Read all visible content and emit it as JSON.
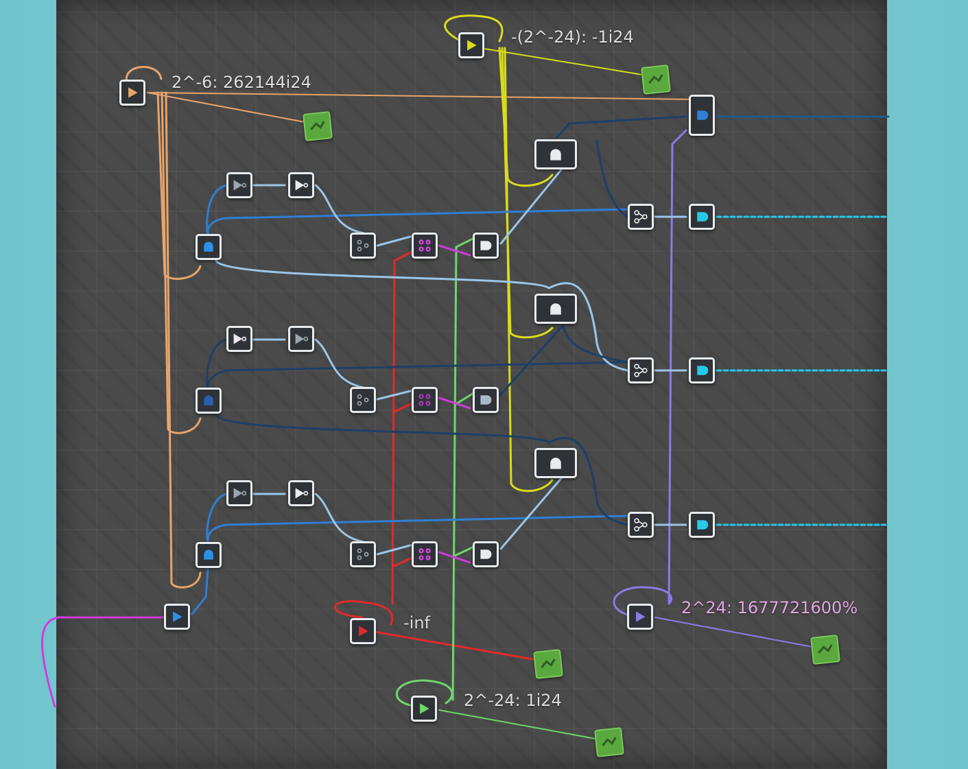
{
  "labels": {
    "orange_timer": "2^-6: 262144i24",
    "yellow_timer": "-(2^-24): -1i24",
    "red_timer": "-inf",
    "green_timer": "2^-24: 1i24",
    "purple_timer": "2^24: 1677721600%"
  },
  "colors": {
    "orange": "#e8a46a",
    "yellow": "#d9dc1c",
    "red": "#e02a2a",
    "green": "#6fd66a",
    "purple": "#8a7be6",
    "magenta": "#d23adf",
    "blue": "#2f7fd6",
    "navy": "#1e3f68",
    "light_blue": "#9bc6e8",
    "cyan": "#27c9e8",
    "label_pink": "#e4a6e4"
  },
  "icons": {
    "timer": "play-triangle-icon",
    "input": "arrow-half-circle-icon",
    "and_gate": "and-gate-icon",
    "splitter": "branch-icon",
    "counter": "four-dots-icon",
    "tag": "sticker-icon"
  }
}
